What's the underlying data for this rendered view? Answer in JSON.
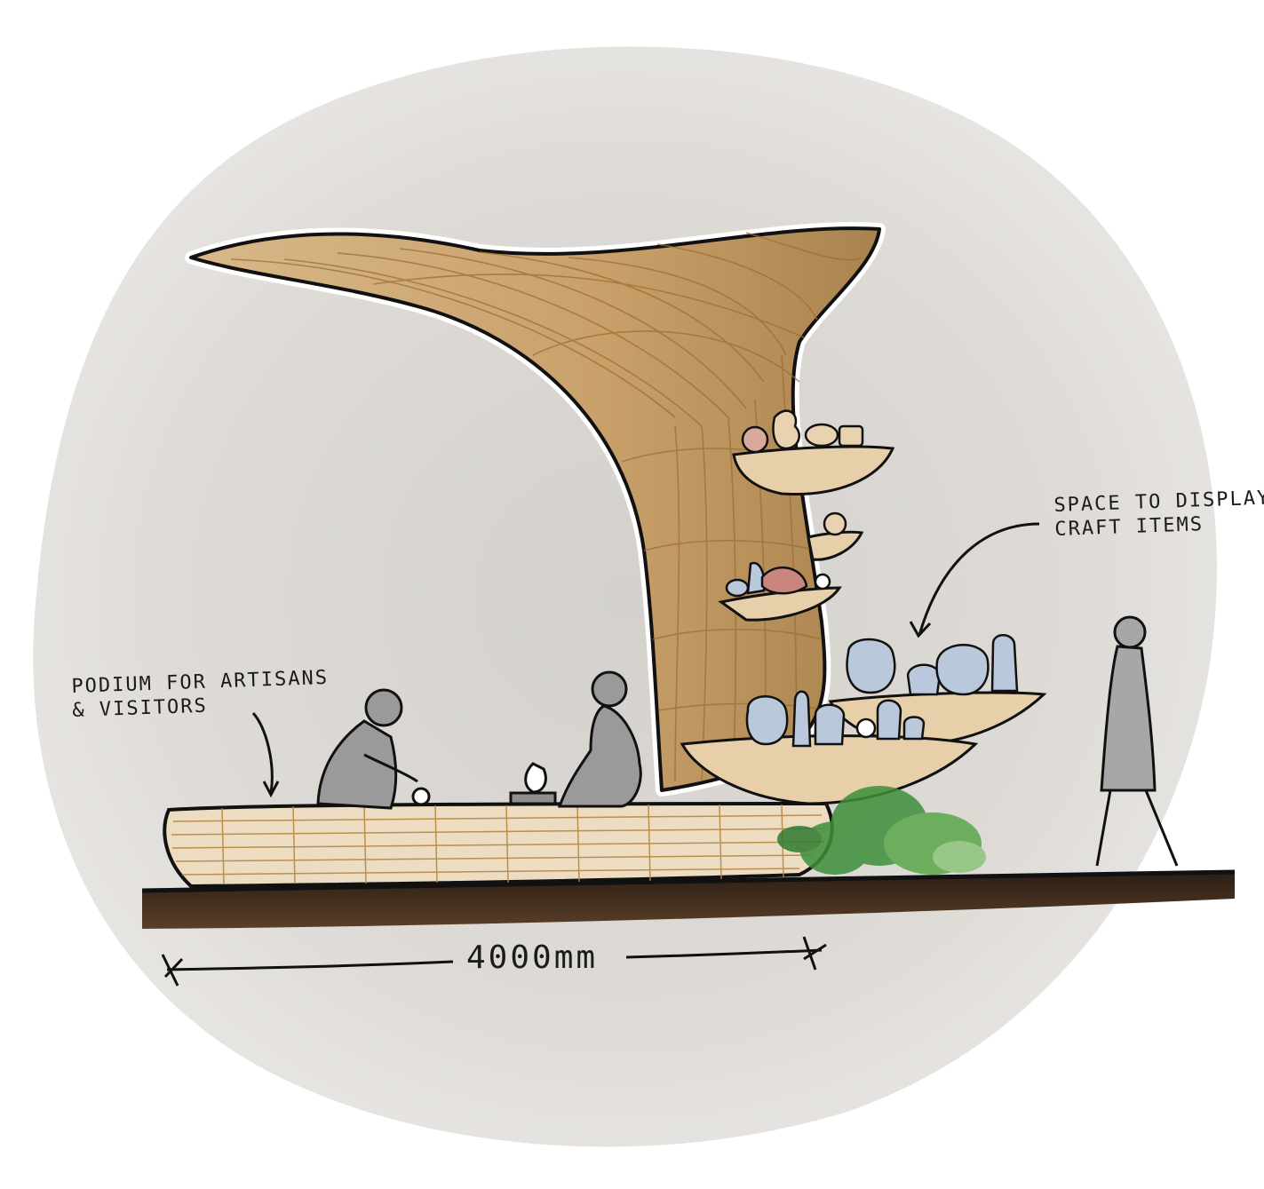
{
  "annotations": {
    "podium_line1": "PODIUM FOR ARTISANS",
    "podium_line2": "& VISITORS",
    "display_line1": "SPACE TO DISPLAY",
    "display_line2": "CRAFT ITEMS"
  },
  "dimension": {
    "label": "4000mm"
  },
  "colors": {
    "backdrop": "#dcd9d5",
    "rattan": "#c9a06a",
    "rattan_strand": "#b7863f",
    "ground": "#3e2a1c",
    "pottery": "#b9c8da",
    "foliage": "#3d8f3a"
  }
}
